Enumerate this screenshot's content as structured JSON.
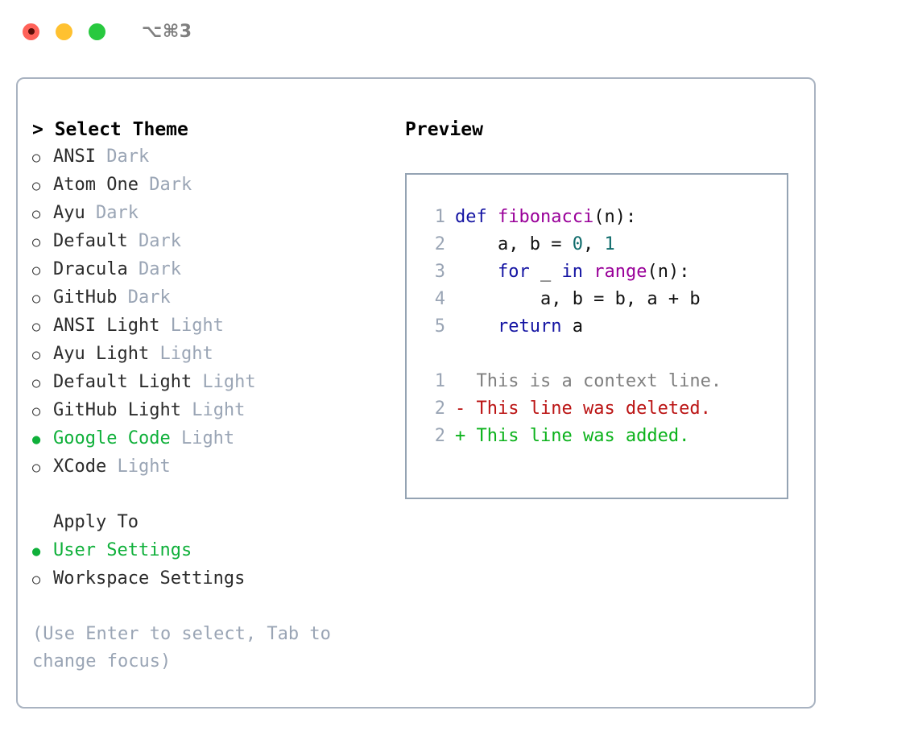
{
  "titlebar": {
    "traffic_lights": [
      "close",
      "minimize",
      "maximize"
    ],
    "shortcut": "⌥⌘3",
    "colors": {
      "close": "#ff6259",
      "minimize": "#ffc130",
      "maximize": "#28c93f"
    }
  },
  "theme_list": {
    "header": "> Select Theme",
    "items": [
      {
        "bullet": "○",
        "label": "ANSI",
        "suffix": " Dark",
        "selected": false
      },
      {
        "bullet": "○",
        "label": "Atom One",
        "suffix": " Dark",
        "selected": false
      },
      {
        "bullet": "○",
        "label": "Ayu",
        "suffix": " Dark",
        "selected": false
      },
      {
        "bullet": "○",
        "label": "Default",
        "suffix": " Dark",
        "selected": false
      },
      {
        "bullet": "○",
        "label": "Dracula",
        "suffix": " Dark",
        "selected": false
      },
      {
        "bullet": "○",
        "label": "GitHub",
        "suffix": " Dark",
        "selected": false
      },
      {
        "bullet": "○",
        "label": "ANSI Light",
        "suffix": " Light",
        "selected": false
      },
      {
        "bullet": "○",
        "label": "Ayu Light",
        "suffix": " Light",
        "selected": false
      },
      {
        "bullet": "○",
        "label": "Default Light",
        "suffix": " Light",
        "selected": false
      },
      {
        "bullet": "○",
        "label": "GitHub Light",
        "suffix": " Light",
        "selected": false
      },
      {
        "bullet": "●",
        "label": "Google Code",
        "suffix": " Light",
        "selected": true
      },
      {
        "bullet": "○",
        "label": "XCode",
        "suffix": " Light",
        "selected": false
      }
    ]
  },
  "apply_to": {
    "header": "Apply To",
    "items": [
      {
        "bullet": "●",
        "label": "User Settings",
        "selected": true
      },
      {
        "bullet": "○",
        "label": "Workspace Settings",
        "selected": false
      }
    ]
  },
  "hint": "(Use Enter to select, Tab to change focus)",
  "preview": {
    "title": "Preview",
    "code_lines": [
      {
        "no": "1",
        "tokens": [
          {
            "t": "def ",
            "c": "kw"
          },
          {
            "t": "fibonacci",
            "c": "fn"
          },
          {
            "t": "(n):",
            "c": "pl"
          }
        ]
      },
      {
        "no": "2",
        "tokens": [
          {
            "t": "    a, b = ",
            "c": "pl"
          },
          {
            "t": "0",
            "c": "num"
          },
          {
            "t": ", ",
            "c": "pl"
          },
          {
            "t": "1",
            "c": "num"
          }
        ]
      },
      {
        "no": "3",
        "tokens": [
          {
            "t": "    ",
            "c": "pl"
          },
          {
            "t": "for",
            "c": "kw"
          },
          {
            "t": " _ ",
            "c": "pl"
          },
          {
            "t": "in",
            "c": "kw"
          },
          {
            "t": " ",
            "c": "pl"
          },
          {
            "t": "range",
            "c": "fn"
          },
          {
            "t": "(n):",
            "c": "pl"
          }
        ]
      },
      {
        "no": "4",
        "tokens": [
          {
            "t": "        a, b = b, a + b",
            "c": "pl"
          }
        ]
      },
      {
        "no": "5",
        "tokens": [
          {
            "t": "    ",
            "c": "pl"
          },
          {
            "t": "return",
            "c": "kw"
          },
          {
            "t": " a",
            "c": "pl"
          }
        ]
      }
    ],
    "diff_lines": [
      {
        "no": "1",
        "marker": "  ",
        "text": "This is a context line.",
        "kind": "ctx"
      },
      {
        "no": "2",
        "marker": "- ",
        "text": "This line was deleted.",
        "kind": "del"
      },
      {
        "no": "2",
        "marker": "+ ",
        "text": "This line was added.",
        "kind": "add"
      }
    ]
  },
  "colors": {
    "accent_green": "#0fb03a",
    "muted": "#9aa5b5",
    "border": "#a9b3c1",
    "preview_border": "#94a3b3",
    "kw": "#1515a3",
    "fn": "#990099",
    "num": "#0e6b6b",
    "del": "#bb1414",
    "add": "#0bb21b",
    "ctx": "#808080"
  }
}
